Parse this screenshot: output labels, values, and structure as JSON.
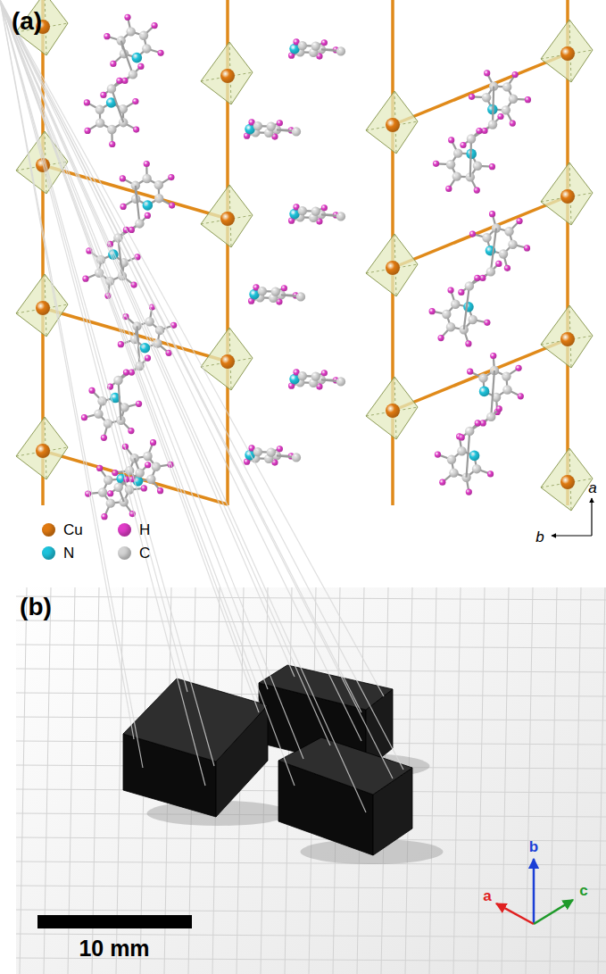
{
  "diagram": {
    "labels": [
      "(a)",
      "a",
      "b",
      "(b)",
      "a",
      "b",
      "c",
      "10 mm"
    ],
    "legend": [
      {
        "text": "Cu",
        "color": "#e07a12"
      },
      {
        "text": "N",
        "color": "#1ec3dc"
      },
      {
        "text": "H",
        "color": "#e03cc8"
      },
      {
        "text": "C",
        "color": "#d4d4d4"
      }
    ]
  }
}
